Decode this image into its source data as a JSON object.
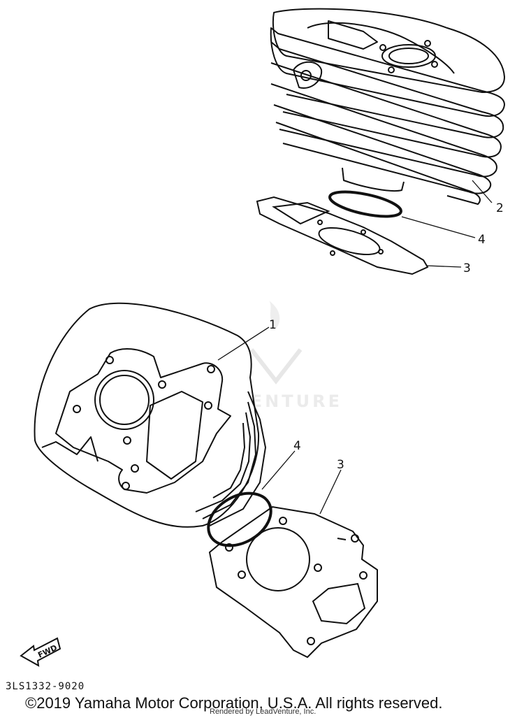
{
  "callouts": {
    "top_cylinder": "2",
    "top_oring": "4",
    "top_gasket": "3",
    "bottom_cylinder": "1",
    "bottom_oring": "4",
    "bottom_gasket": "3"
  },
  "fwd_label": "FWD",
  "diagram_code": "3LS1332-9020",
  "copyright": "©2019 Yamaha Motor Corporation, U.S.A. All rights reserved.",
  "rendered_by": "Rendered by LeadVenture, Inc.",
  "watermark_text": "LEADVENTURE",
  "colors": {
    "line": "#111111",
    "watermark": "#c8c8c8"
  }
}
